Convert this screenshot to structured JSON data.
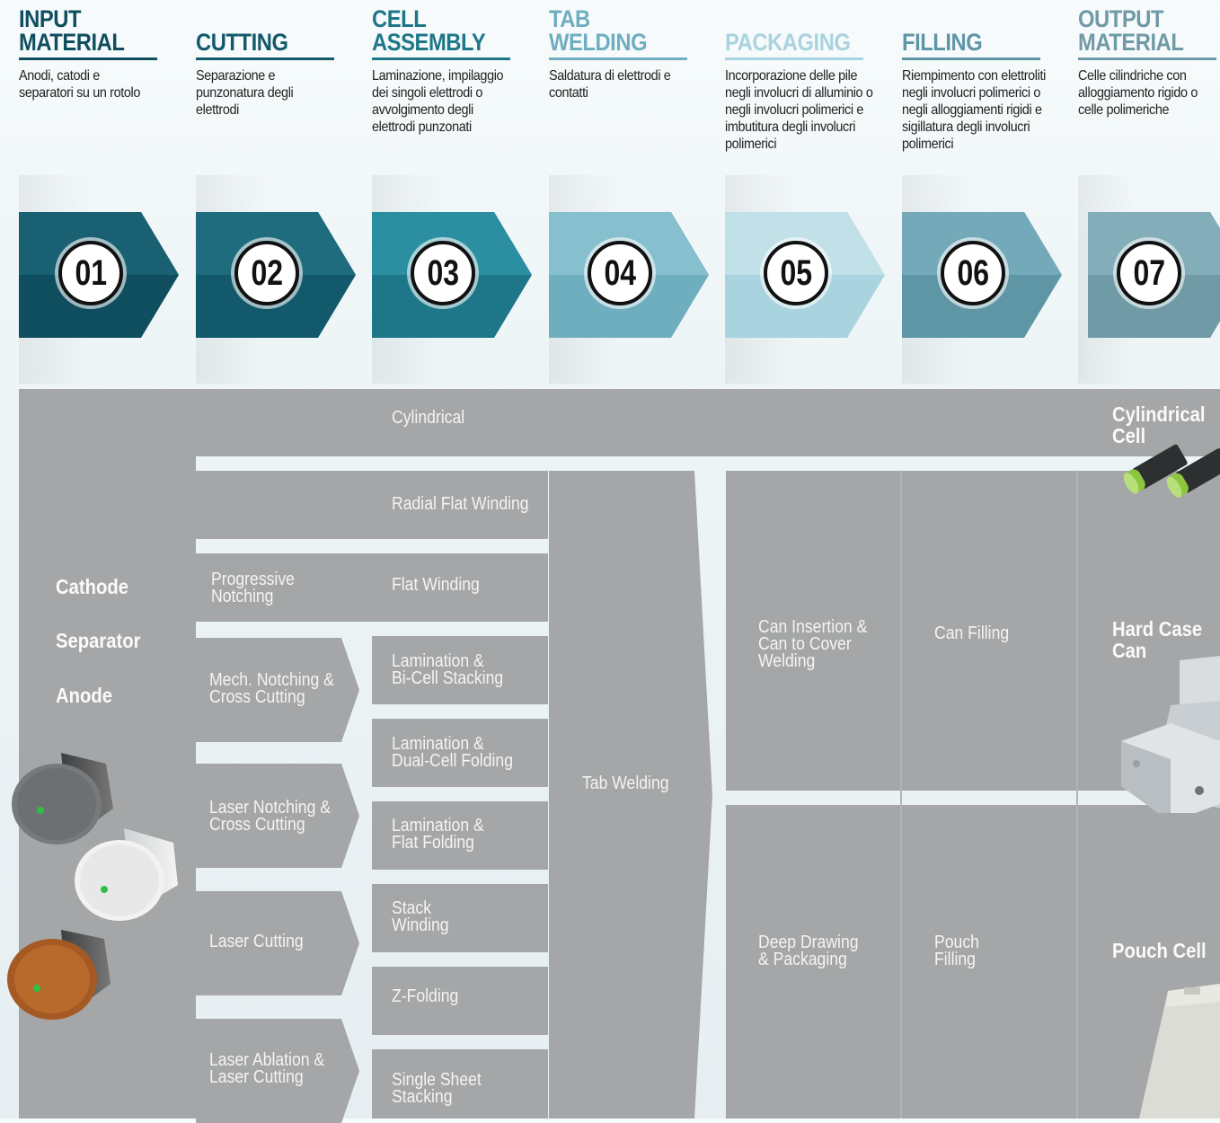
{
  "colors": {
    "step1": "#0f4e5e",
    "step2": "#12596b",
    "step3": "#1d7788",
    "step4": "#6faebf",
    "step5": "#a9d3df",
    "step6": "#5f96a6",
    "step7": "#6f9aa6",
    "grey": "#a4a6a7"
  },
  "steps": [
    {
      "number": "01",
      "title": "INPUT\nMATERIAL",
      "desc": "Anodi, catodi e separatori su un rotolo"
    },
    {
      "number": "02",
      "title": "CUTTING",
      "desc": "Separazione e punzonatura degli elettrodi"
    },
    {
      "number": "03",
      "title": "CELL\nASSEMBLY",
      "desc": "Laminazione, impilaggio dei singoli elettrodi o avvolgimento degli elettrodi punzonati"
    },
    {
      "number": "04",
      "title": "TAB\nWELDING",
      "desc": "Saldatura di elettrodi e contatti"
    },
    {
      "number": "05",
      "title": "PACKAGING",
      "desc": "Incorporazione delle pile negli involucri di alluminio o negli involucri polimerici e imbutitura degli involucri polimerici"
    },
    {
      "number": "06",
      "title": "FILLING",
      "desc": "Riempimento con elettroliti negli involucri polimerici o negli alloggiamenti rigidi e sigillatura degli involucri polimerici"
    },
    {
      "number": "07",
      "title": "OUTPUT\nMATERIAL",
      "desc": "Celle cilindriche con alloggiamento rigido o celle polimeriche"
    }
  ],
  "input_labels": [
    "Cathode",
    "Separator",
    "Anode"
  ],
  "cutting": [
    "Progressive\nNotching",
    "Mech. Notching &\nCross Cutting",
    "Laser Notching &\nCross Cutting",
    "Laser Cutting",
    "Laser Ablation &\nLaser Cutting"
  ],
  "assembly": [
    "Cylindrical",
    "Radial Flat Winding",
    "Flat Winding",
    "Lamination &\nBi-Cell Stacking",
    "Lamination &\nDual-Cell Folding",
    "Lamination &\nFlat Folding",
    "Stack\nWinding",
    "Z-Folding",
    "Single Sheet\nStacking"
  ],
  "tab_welding": "Tab Welding",
  "packaging": [
    "Can Insertion &\nCan to Cover\nWelding",
    "Deep Drawing\n& Packaging"
  ],
  "filling": [
    "Can Filling",
    "Pouch\nFilling"
  ],
  "outputs": [
    "Cylindrical\nCell",
    "Hard Case\nCan",
    "Pouch Cell"
  ]
}
